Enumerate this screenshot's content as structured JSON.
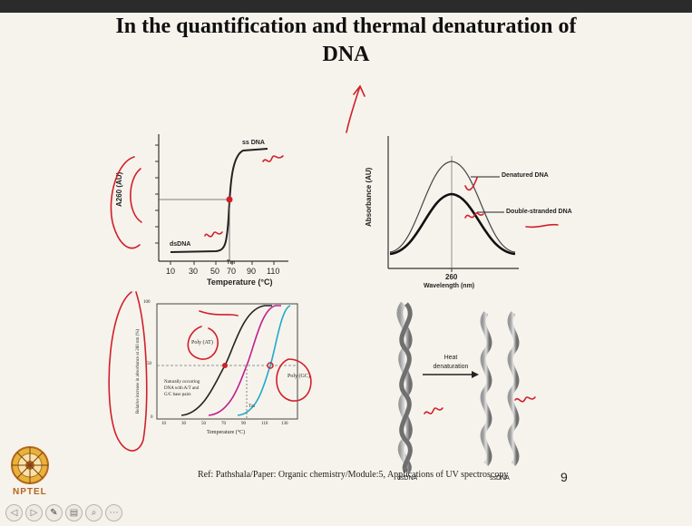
{
  "slide": {
    "title_line1": "In the quantification and thermal denaturation of",
    "title_line2": "DNA",
    "page_number": "9",
    "reference": "Ref: Pathshala/Paper: Organic chemistry/Module:5, Applications of UV spectroscopy"
  },
  "melting_curve": {
    "ylabel": "A260 (AU)",
    "xlabel": "Temperature (°C)",
    "ticks": [
      "10",
      "30",
      "50",
      "70",
      "90",
      "110"
    ],
    "ss_label": "ss DNA",
    "ds_label": "dsDNA",
    "tm_label": "Tm"
  },
  "absorbance_spectrum": {
    "ylabel": "Absorbance (AU)",
    "xlabel": "Wavelength (nm)",
    "tick": "260",
    "denatured_label": "Denatured DNA",
    "double_label": "Double-stranded DNA"
  },
  "gc_curves": {
    "ylabel": "Relative increase in absorbance at 260 nm (%)",
    "xlabel": "Temperature (°C)",
    "xticks": [
      "10",
      "30",
      "50",
      "70",
      "90",
      "110",
      "130"
    ],
    "yticks": [
      "100",
      "50",
      "0"
    ],
    "poly_at": "Poly (AT)",
    "poly_gc": "Poly (GC)",
    "natural_label_lines": [
      "Naturally occurring",
      "DNA with A/T and",
      "G/C base pairs"
    ],
    "tm_label": "Tm"
  },
  "heat_denaturation": {
    "arrow_label_lines": [
      "Heat",
      "denaturation"
    ],
    "ds_label": "dsDNA",
    "ss_label": "ssDNA"
  },
  "logo": {
    "text": "NPTEL"
  },
  "nav_icons": [
    "back-icon",
    "forward-icon",
    "pen-icon",
    "page-icon",
    "zoom-icon",
    "more-icon"
  ],
  "colors": {
    "annotation": "#d21f2b",
    "gc_pink": "#c01f8f",
    "gc_cyan": "#1faac9",
    "background": "#f6f3ec"
  }
}
